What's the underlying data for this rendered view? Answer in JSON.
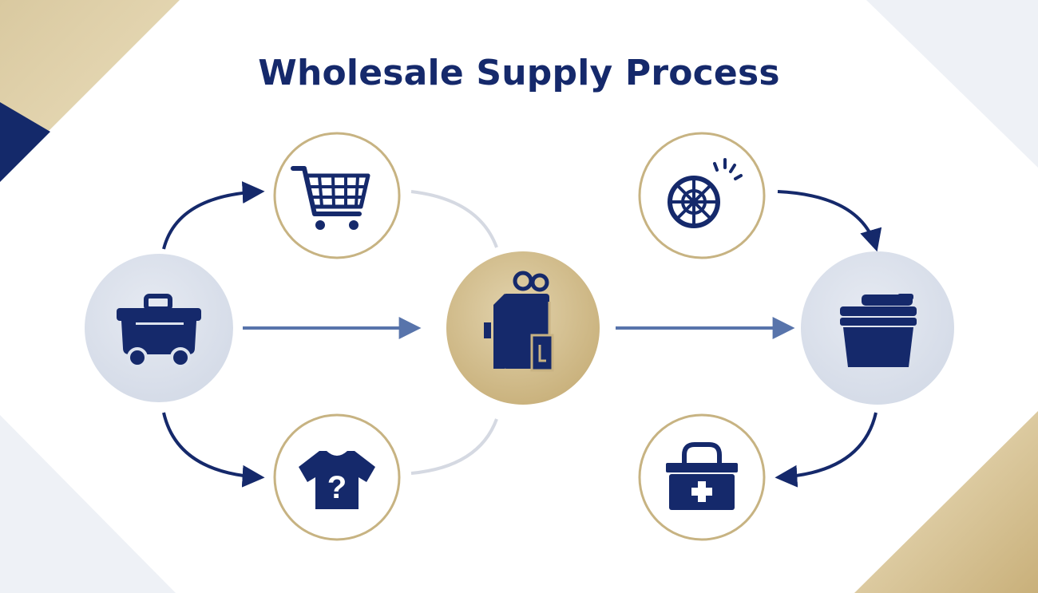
{
  "title": "Wholesale Supply Process",
  "colors": {
    "navy": "#15296b",
    "gold": "#c7b382",
    "gold_fill": "#c8b282",
    "light_blue": "#dde3ee",
    "pale_gray": "#eef1f6",
    "connector_gray": "#d5d9e2",
    "mid_blue_arrow": "#5874ab",
    "white": "#ffffff"
  },
  "nodes": [
    {
      "id": "source",
      "icon": "cart-wagon-icon",
      "style": "blue-filled"
    },
    {
      "id": "order",
      "icon": "shopping-cart-icon",
      "style": "gold-outline"
    },
    {
      "id": "inquiry",
      "icon": "tshirt-question-icon",
      "style": "gold-outline"
    },
    {
      "id": "hub",
      "icon": "package-boxes-icon",
      "style": "gold-filled"
    },
    {
      "id": "dispatch",
      "icon": "wheel-icon",
      "style": "gold-outline"
    },
    {
      "id": "storage",
      "icon": "storage-container-icon",
      "style": "blue-filled"
    },
    {
      "id": "care",
      "icon": "first-aid-kit-icon",
      "style": "gold-outline"
    }
  ],
  "connections": [
    {
      "from": "source",
      "to": "order"
    },
    {
      "from": "source",
      "to": "inquiry"
    },
    {
      "from": "source",
      "to": "hub"
    },
    {
      "from": "order",
      "to": "hub"
    },
    {
      "from": "inquiry",
      "to": "hub"
    },
    {
      "from": "hub",
      "to": "storage"
    },
    {
      "from": "dispatch",
      "to": "storage"
    },
    {
      "from": "storage",
      "to": "care"
    }
  ]
}
